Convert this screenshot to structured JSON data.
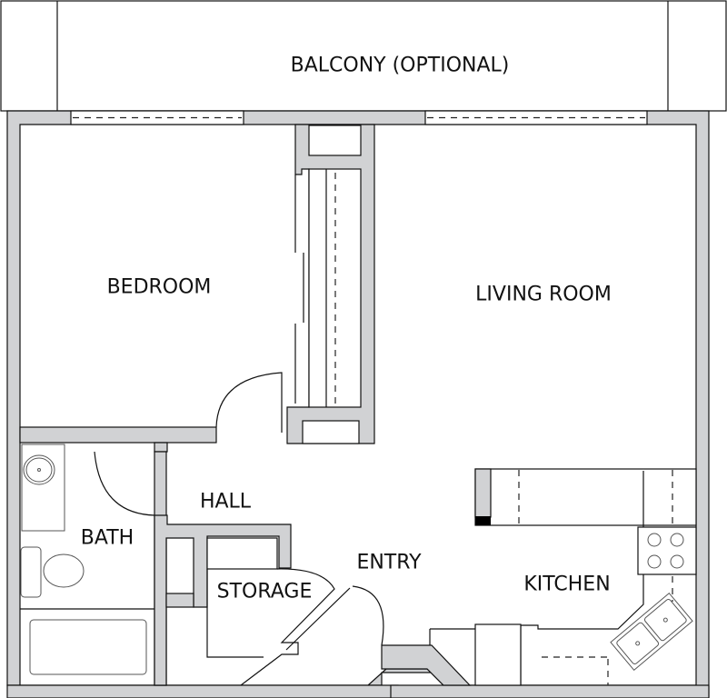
{
  "title": "Floor plan",
  "rooms": {
    "balcony": "BALCONY (OPTIONAL)",
    "bedroom": "BEDROOM",
    "living_room": "LIVING ROOM",
    "hall": "HALL",
    "bath": "BATH",
    "storage": "STORAGE",
    "entry": "ENTRY",
    "kitchen": "KITCHEN"
  },
  "colors": {
    "wall": "#d1d2d4",
    "line": "#111111"
  }
}
